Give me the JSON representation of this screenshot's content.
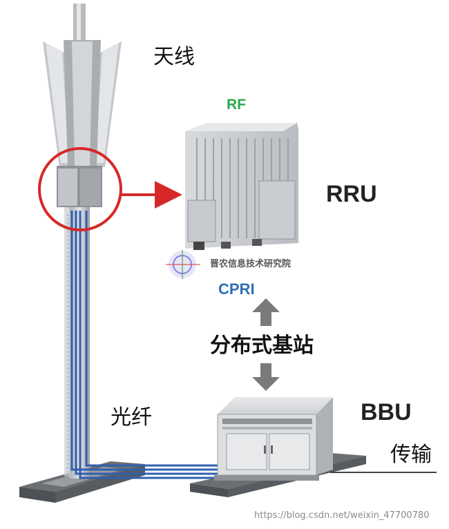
{
  "labels": {
    "antenna": "天线",
    "rf": "RF",
    "rru": "RRU",
    "cpri": "CPRI",
    "distributed_bs": "分布式基站",
    "fiber": "光纤",
    "bbu": "BBU",
    "transmission": "传输"
  },
  "watermarks": {
    "logo_text": "晋农信息技术研究院",
    "url": "https://blog.csdn.net/weixin_47700780"
  },
  "colors": {
    "rf_text": "#2aa84a",
    "cpri_text": "#2e6fb5",
    "highlight_circle": "#d62828",
    "fiber_line": "#2f5fb0",
    "arrow_gray": "#7a7a7a"
  }
}
